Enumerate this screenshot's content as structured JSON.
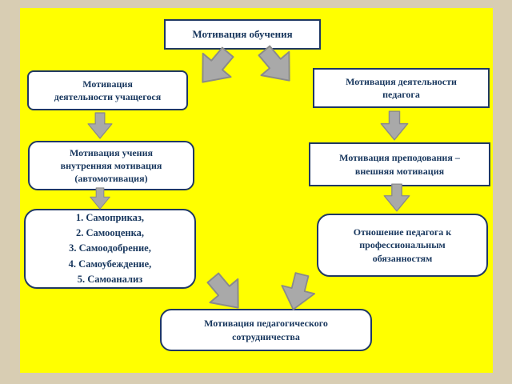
{
  "slide": {
    "background_color": "#FFFF00",
    "frame_color": "#D8CDB3"
  },
  "colors": {
    "box_border": "#1F3864",
    "box_fill": "#FFFFFF",
    "text": "#17365D",
    "arrow_fill": "#A9A9A9",
    "arrow_outline": "#8A8A8A"
  },
  "nodes": {
    "root": {
      "label": "Мотивация обучения"
    },
    "student_activity": {
      "label": "Мотивация\nдеятельности учащегося"
    },
    "teacher_activity": {
      "label": "Мотивация деятельности\nпедагога"
    },
    "inner_motivation": {
      "label": "Мотивация учения\nвнутренняя мотивация\n(автомотивация)"
    },
    "outer_motivation": {
      "label": "Мотивация преподования –\nвнешняя мотивация"
    },
    "self_regulation": {
      "label": "1. Самоприказ,\n2. Самооценка,\n3. Самоодобрение,\n4. Самоубеждение,\n5. Самоанализ"
    },
    "attitude": {
      "label": "Отношение педагога к\nпрофессиональным\nобязанностям"
    },
    "cooperation": {
      "label": "Мотивация педагогического\nсотрудничества"
    }
  }
}
